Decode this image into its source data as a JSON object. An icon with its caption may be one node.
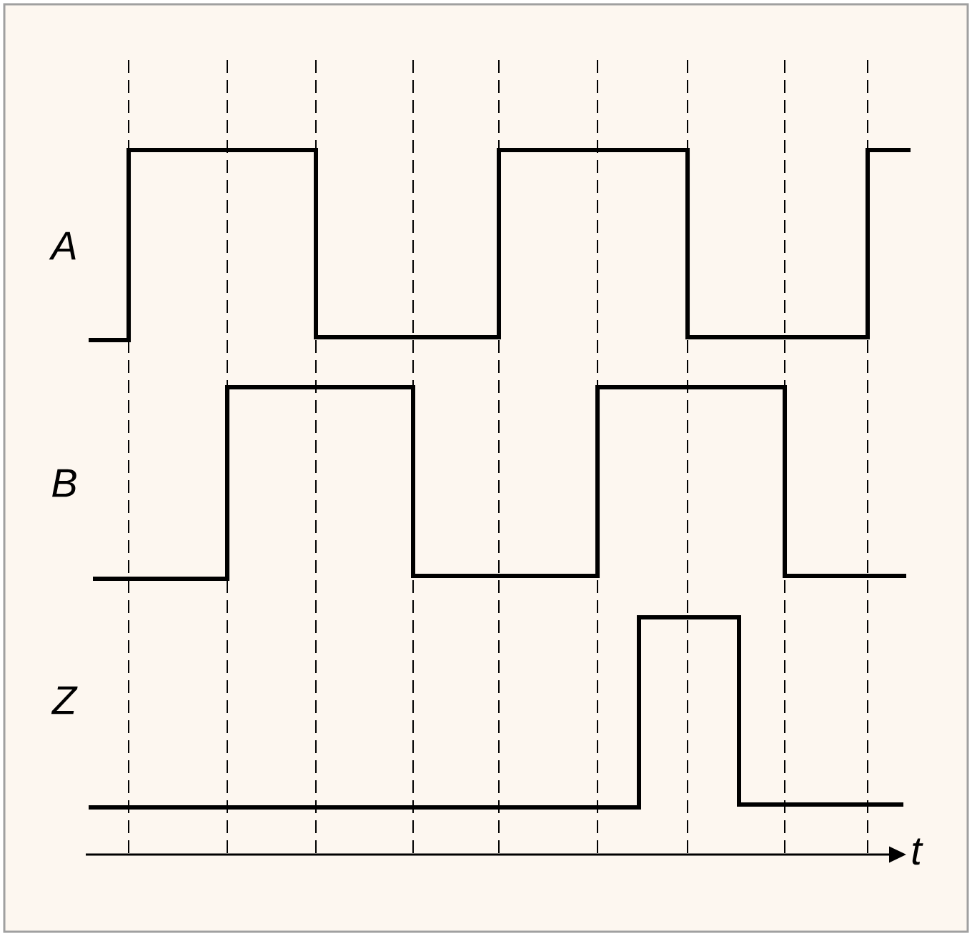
{
  "diagram": {
    "labels": [
      "A",
      "B",
      "Z",
      "t"
    ]
  }
}
